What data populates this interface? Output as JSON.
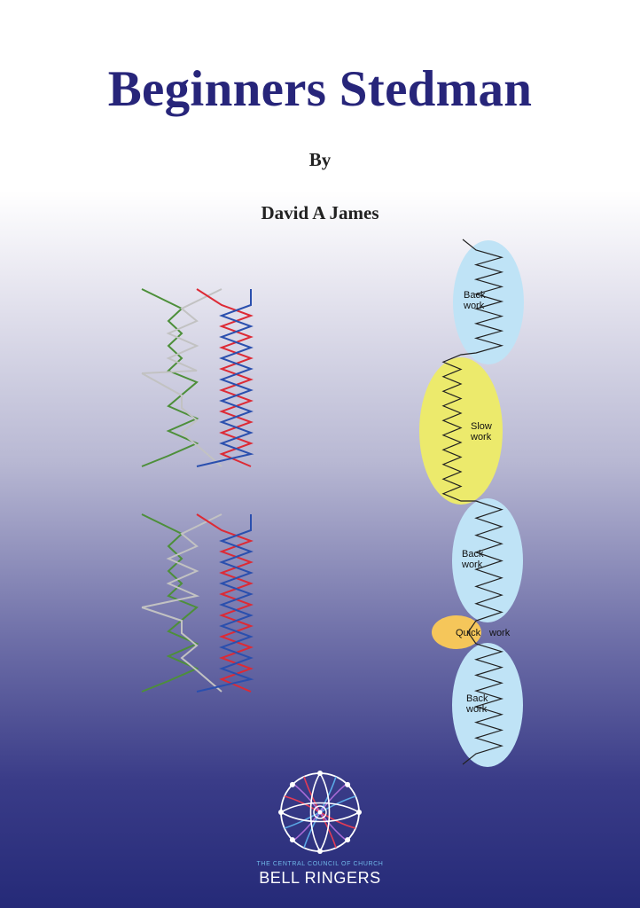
{
  "cover": {
    "title": "Beginners Stedman",
    "by": "By",
    "author": "David A James"
  },
  "work_diagram": {
    "sections": [
      {
        "label_line1": "Back",
        "label_line2": "work",
        "color": "#bfe3f6"
      },
      {
        "label_line1": "Slow",
        "label_line2": "work",
        "color": "#ecea6c"
      },
      {
        "label_line1": "Back",
        "label_line2": "work",
        "color": "#bfe3f6"
      },
      {
        "label_line1": "Quick",
        "label_line2": "work",
        "color": "#f5c65a"
      },
      {
        "label_line1": "Back",
        "label_line2": "work",
        "color": "#bfe3f6"
      }
    ]
  },
  "line_colors": {
    "green": "#4d8f3a",
    "grey": "#c2c2c2",
    "red": "#dd2a35",
    "blue": "#2a4fae"
  },
  "logo": {
    "org_line1": "THE CENTRAL COUNCIL OF CHURCH",
    "org_line2": "BELL RINGERS"
  }
}
